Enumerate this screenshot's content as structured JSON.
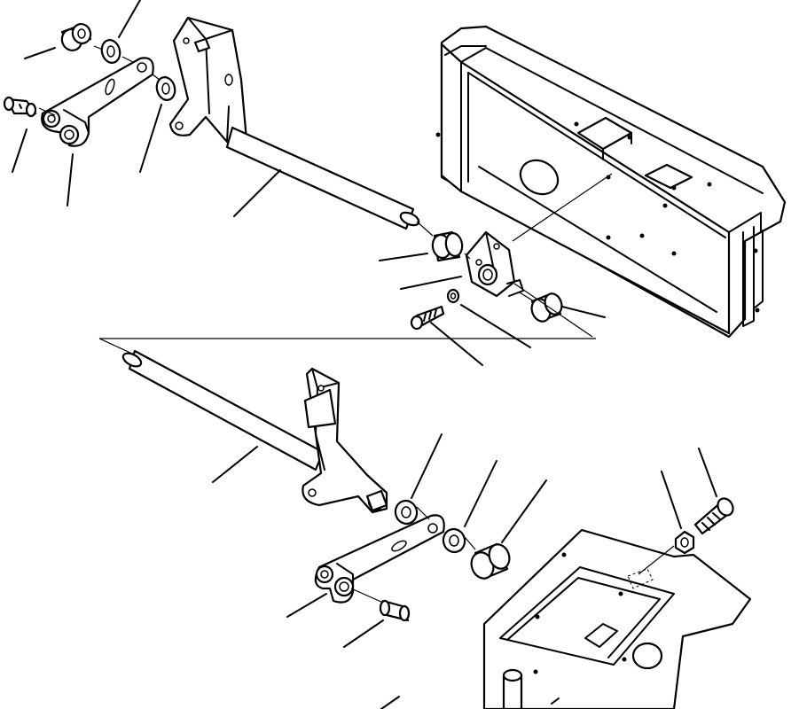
{
  "diagram": {
    "upper_assembly": {
      "parts": [
        "bushing-top-left",
        "washer-top-left",
        "link-plate-upper",
        "pin-upper",
        "washer-upper-right",
        "pedal-bracket-upper",
        "shaft-upper",
        "bushing-mid",
        "mount-bracket",
        "lock-washer",
        "bolt-upper",
        "bushing-right",
        "frame-housing"
      ]
    },
    "lower_assembly": {
      "parts": [
        "shaft-lower",
        "pedal-bracket-lower",
        "washer-lower-a",
        "link-plate-lower",
        "washer-lower-b",
        "bushing-lower",
        "pin-lower",
        "bolt-lower",
        "nut-lower",
        "floor-plate"
      ]
    }
  }
}
